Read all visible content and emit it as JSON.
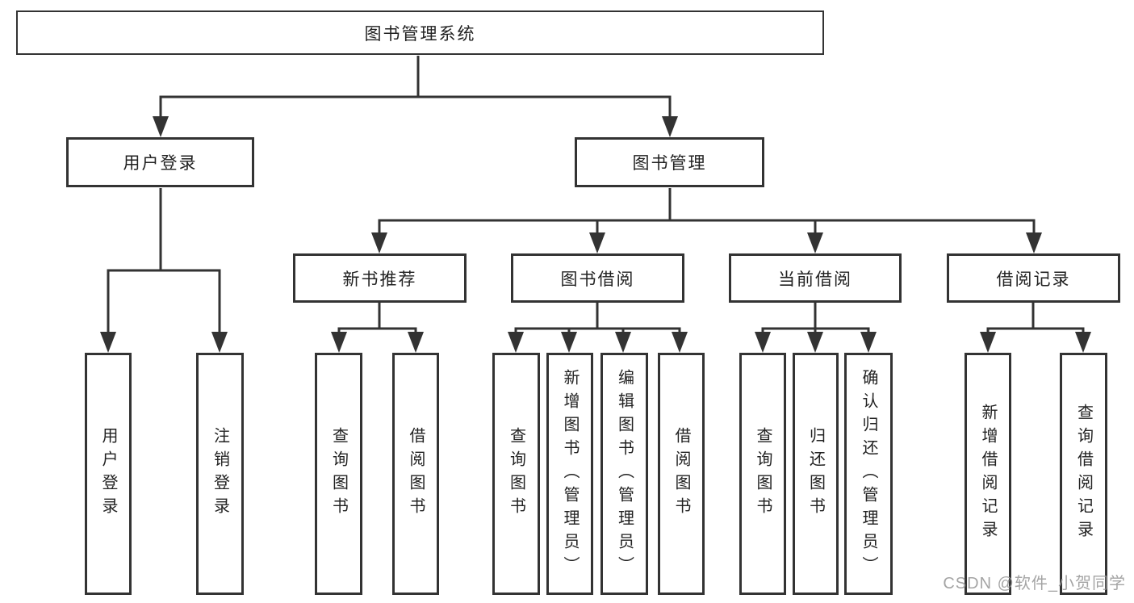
{
  "tree": {
    "root": "图书管理系统",
    "branches": [
      {
        "label": "用户登录",
        "leaves": [
          "用户登录",
          "注销登录"
        ]
      },
      {
        "label": "图书管理",
        "groups": [
          {
            "label": "新书推荐",
            "leaves": [
              "查询图书",
              "借阅图书"
            ]
          },
          {
            "label": "图书借阅",
            "leaves": [
              "查询图书",
              "新增图书（管理员）",
              "编辑图书（管理员）",
              "借阅图书"
            ]
          },
          {
            "label": "当前借阅",
            "leaves": [
              "查询图书",
              "归还图书",
              "确认归还（管理员）"
            ]
          },
          {
            "label": "借阅记录",
            "leaves": [
              "新增借阅记录",
              "查询借阅记录"
            ]
          }
        ]
      }
    ]
  },
  "watermark": {
    "text": "CSDN @软件_小贺同学"
  },
  "colors": {
    "line": "#333333",
    "text": "#222222",
    "watermark": "#9b9b9b",
    "background": "#ffffff"
  }
}
